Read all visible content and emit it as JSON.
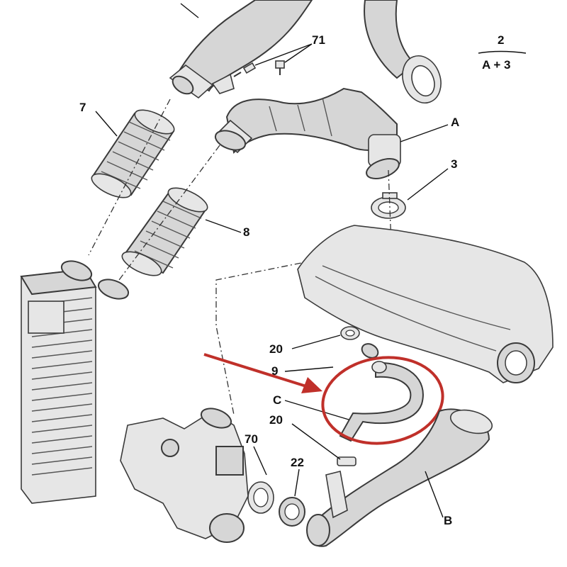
{
  "labels": {
    "p71": "71",
    "p2": "2",
    "pA3": "A + 3",
    "p7": "7",
    "pA": "A",
    "p3": "3",
    "p8": "8",
    "p20a": "20",
    "p9": "9",
    "pC": "C",
    "p20b": "20",
    "p70": "70",
    "p22": "22",
    "pB": "B"
  },
  "highlight": {
    "color": "#c0302a"
  }
}
